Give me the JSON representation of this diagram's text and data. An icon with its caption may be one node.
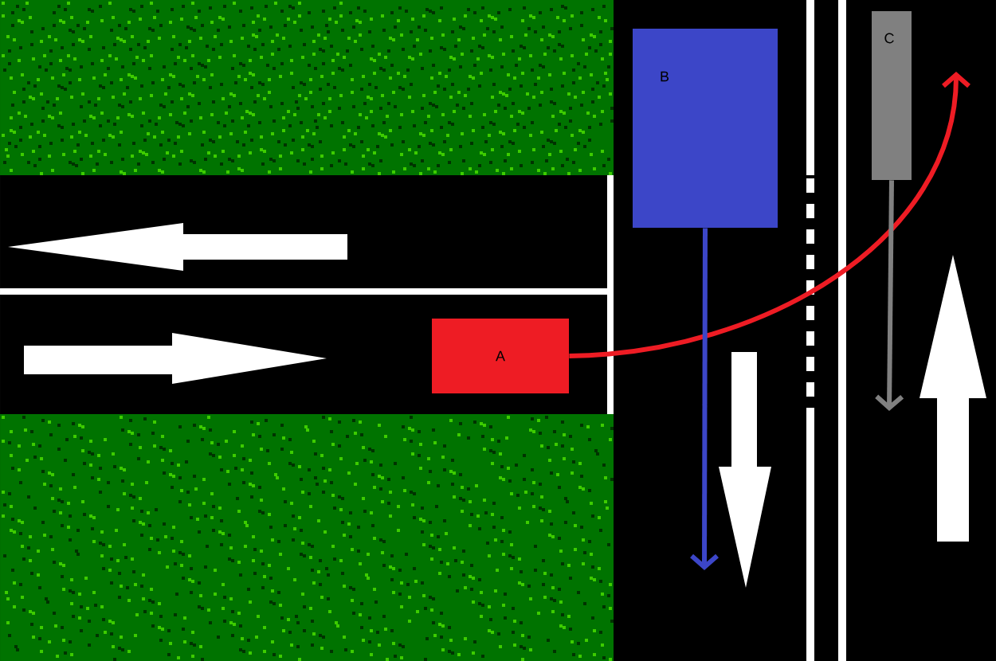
{
  "diagram": {
    "nodes": [
      {
        "text": [
          "A"
        ]
      },
      {
        "text": [
          "B"
        ]
      },
      {
        "text": [
          "C"
        ]
      }
    ],
    "edges": [
      {
        "from": 0,
        "to": null,
        "arrow": "to",
        "color": "#ee1c24"
      },
      {
        "from": 1,
        "to": null,
        "arrow": "to",
        "color": "#3c46c8"
      },
      {
        "from": 2,
        "to": null,
        "arrow": "to",
        "color": "#808080"
      }
    ]
  }
}
